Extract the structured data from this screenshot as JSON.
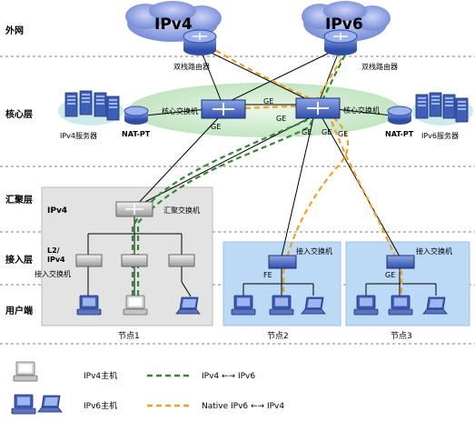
{
  "layers": {
    "wan": "外网",
    "core": "核心层",
    "aggregation": "汇聚层",
    "access": "接入层",
    "user": "用户端"
  },
  "clouds": {
    "ipv4": "IPv4",
    "ipv6": "IPv6"
  },
  "devices": {
    "router_left": "双栈路由器",
    "router_right": "双栈路由器",
    "core_switch_left": "核心交换机",
    "core_switch_right": "核心交换机",
    "nat_pt_left": "NAT-PT",
    "nat_pt_right": "NAT-PT",
    "ipv4_server": "IPv4服务器",
    "ipv6_server": "IPv6服务器",
    "aggregation_switch": "汇聚交换机",
    "access_switch_node1": "接入交换机",
    "access_switch_node2": "接入交换机",
    "access_switch_node3": "接入交换机"
  },
  "port_labels": {
    "ge_core_link": "GE",
    "ge_left_1": "GE",
    "ge_left_2": "GE",
    "ge_right_1": "GE",
    "ge_right_2": "GE",
    "ge_right_3": "GE",
    "fe_node2": "FE",
    "ge_node3": "GE"
  },
  "node1": {
    "region_tag": "IPv4",
    "access_tag": "L2/\nIPv4"
  },
  "nodes": [
    "节点1",
    "节点2",
    "节点3"
  ],
  "legend": {
    "ipv4_host": "IPv4主机",
    "ipv6_host": "IPv6主机",
    "green_line": "IPv4 ←→ IPv6",
    "orange_line": "Native IPv6 ←→ IPv4"
  },
  "colors": {
    "cloud": "#7a8fd6",
    "core_ring": "#c6e6c6",
    "node1_bg": "#e3e3e3",
    "node_bg": "#bcd9f5",
    "green_path": "#2e8b2e",
    "orange_path": "#f0a020",
    "device_blue": "#3d5fb8"
  }
}
